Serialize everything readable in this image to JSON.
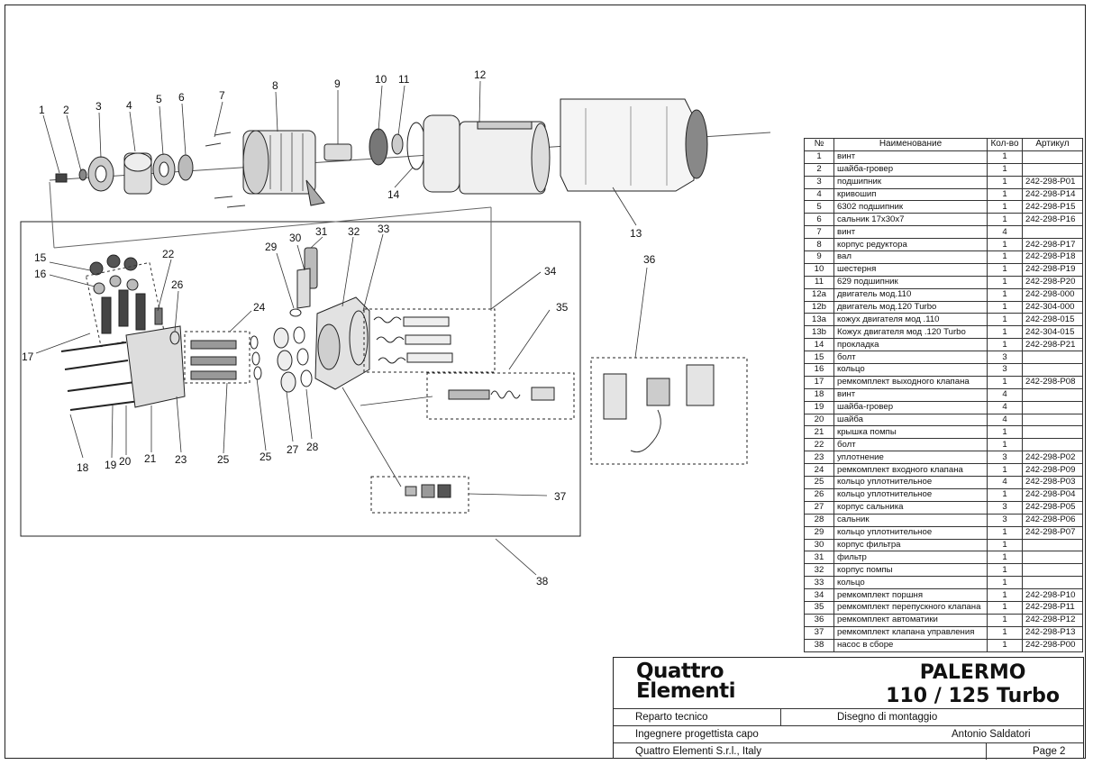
{
  "callouts": [
    "1",
    "2",
    "3",
    "4",
    "5",
    "6",
    "7",
    "8",
    "9",
    "10",
    "11",
    "12",
    "13",
    "14",
    "15",
    "16",
    "17",
    "18",
    "19",
    "20",
    "21",
    "22",
    "23",
    "24",
    "25",
    "25",
    "26",
    "27",
    "28",
    "29",
    "30",
    "31",
    "32",
    "33",
    "34",
    "35",
    "36",
    "37",
    "38"
  ],
  "table": {
    "headers": [
      "№",
      "Наименование",
      "Кол-во",
      "Артикул"
    ],
    "rows": [
      [
        "1",
        "винт",
        "1",
        ""
      ],
      [
        "2",
        "шайба-гровер",
        "1",
        ""
      ],
      [
        "3",
        "подшипник",
        "1",
        "242-298-P01"
      ],
      [
        "4",
        "кривошип",
        "1",
        "242-298-P14"
      ],
      [
        "5",
        "6302 подшипник",
        "1",
        "242-298-P15"
      ],
      [
        "6",
        "сальник 17x30x7",
        "1",
        "242-298-P16"
      ],
      [
        "7",
        "винт",
        "4",
        ""
      ],
      [
        "8",
        "корпус редуктора",
        "1",
        "242-298-P17"
      ],
      [
        "9",
        "вал",
        "1",
        "242-298-P18"
      ],
      [
        "10",
        "шестерня",
        "1",
        "242-298-P19"
      ],
      [
        "11",
        "629 подшипник",
        "1",
        "242-298-P20"
      ],
      [
        "12a",
        "двигатель мод.110",
        "1",
        "242-298-000"
      ],
      [
        "12b",
        "двигатель мод.120 Turbo",
        "1",
        "242-304-000"
      ],
      [
        "13a",
        "кожух двигателя мод .110",
        "1",
        "242-298-015"
      ],
      [
        "13b",
        "Кожух двигателя мод .120 Turbo",
        "1",
        "242-304-015"
      ],
      [
        "14",
        "прокладка",
        "1",
        "242-298-P21"
      ],
      [
        "15",
        "болт",
        "3",
        ""
      ],
      [
        "16",
        "кольцо",
        "3",
        ""
      ],
      [
        "17",
        "ремкомплект выходного клапана",
        "1",
        "242-298-P08"
      ],
      [
        "18",
        "винт",
        "4",
        ""
      ],
      [
        "19",
        "шайба-гровер",
        "4",
        ""
      ],
      [
        "20",
        "шайба",
        "4",
        ""
      ],
      [
        "21",
        "крышка помпы",
        "1",
        ""
      ],
      [
        "22",
        "болт",
        "1",
        ""
      ],
      [
        "23",
        "уплотнение",
        "3",
        "242-298-P02"
      ],
      [
        "24",
        "ремкомплект входного клапана",
        "1",
        "242-298-P09"
      ],
      [
        "25",
        "кольцо уплотнительное",
        "4",
        "242-298-P03"
      ],
      [
        "26",
        "кольцо уплотнительное",
        "1",
        "242-298-P04"
      ],
      [
        "27",
        "корпус сальника",
        "3",
        "242-298-P05"
      ],
      [
        "28",
        "сальник",
        "3",
        "242-298-P06"
      ],
      [
        "29",
        "кольцо уплотнительное",
        "1",
        "242-298-P07"
      ],
      [
        "30",
        "корпус фильтра",
        "1",
        ""
      ],
      [
        "31",
        "фильтр",
        "1",
        ""
      ],
      [
        "32",
        "корпус помпы",
        "1",
        ""
      ],
      [
        "33",
        "кольцо",
        "1",
        ""
      ],
      [
        "34",
        "ремкомплект поршня",
        "1",
        "242-298-P10"
      ],
      [
        "35",
        "ремкомплект перепускного клапана",
        "1",
        "242-298-P11"
      ],
      [
        "36",
        "ремкомплект автоматики",
        "1",
        "242-298-P12"
      ],
      [
        "37",
        "ремкомплект клапана управления",
        "1",
        "242-298-P13"
      ],
      [
        "38",
        "насос в сборе",
        "1",
        "242-298-P00"
      ]
    ]
  },
  "title_block": {
    "brand_line1": "Quattro",
    "brand_line2": "Elementi",
    "model_line1": "PALERMO",
    "model_line2": "110 / 125 Turbo",
    "department": "Reparto tecnico",
    "drawing_type": "Disegno di montaggio",
    "role": "Ingegnere progettista capo",
    "engineer": "Antonio Saldatori",
    "company": "Quattro Elementi S.r.l., Italy",
    "page": "Page 2"
  }
}
